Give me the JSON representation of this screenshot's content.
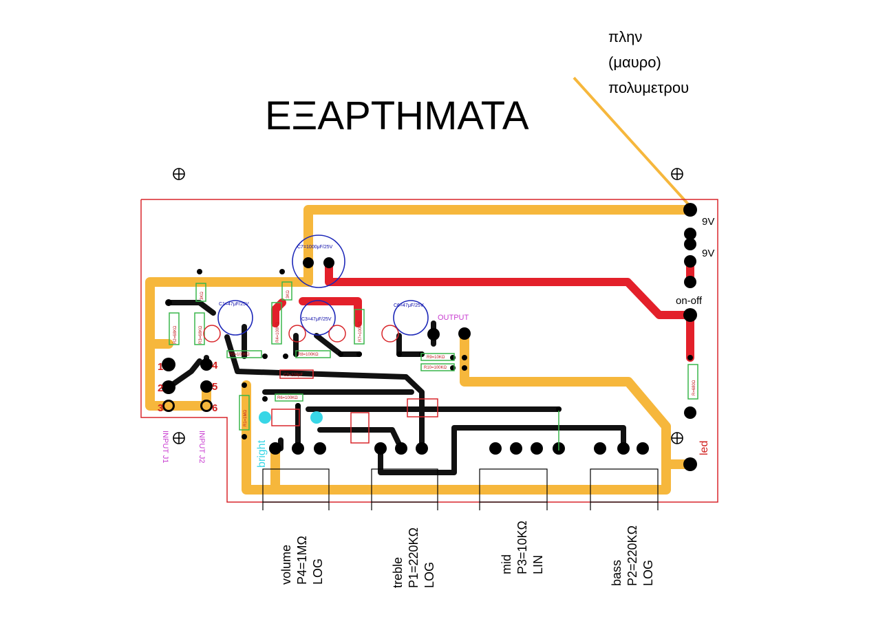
{
  "title": "ΕΞΑΡΤΗΜΑΤΑ",
  "ground_note": [
    "πλην",
    "(μαυρο)",
    "πολυμετρου"
  ],
  "power_labels": {
    "v9_a": "9V",
    "v9_b": "9V",
    "switch": "on-off",
    "led": "led"
  },
  "output_label": "OUTPUT",
  "bright_label": "bright",
  "inputs": {
    "j1": "INPUT J1",
    "j2": "INPUT J2"
  },
  "pin_numbers": [
    "1",
    "2",
    "3",
    "4",
    "5",
    "6"
  ],
  "components": {
    "c7": "C7=1000μF/25V",
    "c1": "C1=47μF/25V",
    "c3": "C3=47μF/25V",
    "c6": "C6=47μF/25V",
    "c2": "C2=220pF",
    "r1": "R1=1MΩ",
    "r2": "R2=68KΩ",
    "r3": "R3=68KΩ",
    "r4": "R4=100KΩ",
    "r5": "R5=100KΩ",
    "r6": "R6=100KΩ",
    "r7": "R7=100KΩ",
    "r8": "R8=100KΩ",
    "r9": "R9=10KΩ",
    "r10": "R10=100KΩ",
    "r_led": "R=680Ω",
    "r_3k_a": "3KΩ",
    "r_3k_b": "3KΩ"
  },
  "pots": [
    {
      "name": "volume",
      "value": "P4=1MΩ",
      "taper": "LOG"
    },
    {
      "name": "treble",
      "value": "P1=220KΩ",
      "taper": "LOG"
    },
    {
      "name": "mid",
      "value": "P3=10KΩ",
      "taper": "LIN"
    },
    {
      "name": "bass",
      "value": "P2=220KΩ",
      "taper": "LOG"
    }
  ],
  "colors": {
    "board_outline": "#d8252a",
    "ground_trace": "#f6b73c",
    "power_trace": "#e3202a",
    "signal_trace": "#111111",
    "resistor": "#39b54a",
    "capacitor": "#1b26b8",
    "label_magenta": "#c83cd0",
    "bright_pad": "#38d6e6"
  }
}
